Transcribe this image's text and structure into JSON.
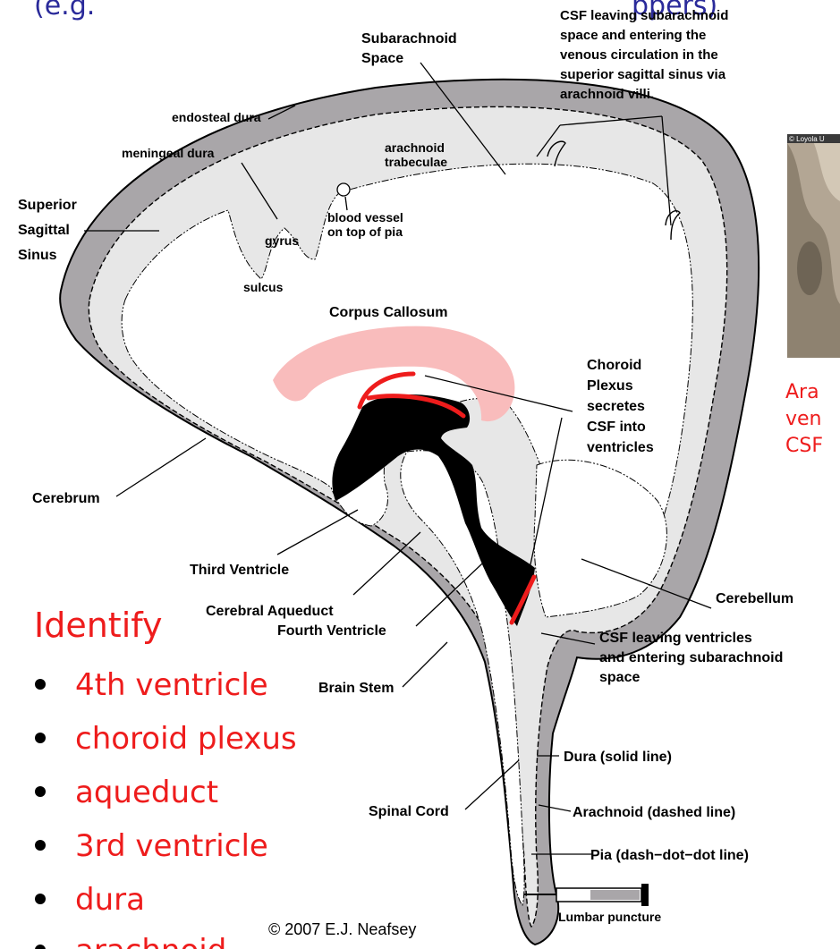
{
  "slide": {
    "title_fragment": "(e.g.",
    "title_fragment_right": "ppers)",
    "copyright": "© 2007 E.J. Neafsey",
    "photo_credit": "© Loyola U",
    "photo_caption": [
      "Ara",
      "ven",
      "CSF"
    ]
  },
  "diagram_labels": {
    "csf_leaving_subarachnoid": [
      "CSF leaving subarachnoid",
      "space and entering the",
      "venous circulation in the",
      "superior sagittal sinus via",
      "arachnoid villi."
    ],
    "subarachnoid_space": [
      "Subarachnoid",
      "Space"
    ],
    "endosteal_dura": "endosteal dura",
    "meningeal_dura": "meningeal dura",
    "arachnoid_trabeculae": [
      "arachnoid",
      "trabeculae"
    ],
    "superior_sagittal_sinus": [
      "Superior",
      "Sagittal",
      "Sinus"
    ],
    "blood_vessel": [
      "blood vessel",
      "on top of pia"
    ],
    "gyrus": "gyrus",
    "sulcus": "sulcus",
    "corpus_callosum": "Corpus Callosum",
    "choroid_plexus": [
      "Choroid",
      "Plexus",
      "secretes",
      "CSF into",
      "ventricles"
    ],
    "cerebrum": "Cerebrum",
    "third_ventricle": "Third Ventricle",
    "cerebral_aqueduct": "Cerebral Aqueduct",
    "cerebellum": "Cerebellum",
    "fourth_ventricle": "Fourth Ventricle",
    "csf_leaving_ventricles": [
      "CSF leaving ventricles",
      "and entering subarachnoid",
      "space"
    ],
    "brain_stem": "Brain Stem",
    "dura_solid": "Dura (solid line)",
    "arachnoid_dashed": "Arachnoid (dashed line)",
    "spinal_cord": "Spinal Cord",
    "pia": "Pia (dash−dot−dot line)",
    "lumbar_puncture": "Lumbar puncture"
  },
  "identify": {
    "heading": "Identify",
    "items": [
      "4th ventricle",
      "choroid plexus",
      "aqueduct",
      "3rd ventricle",
      "dura",
      "arachnoid"
    ]
  },
  "colors": {
    "dura": "#a9a6a9",
    "subarachnoid": "#e7e7e7",
    "ventricle": "#000000",
    "choroid": "#ee1c1c",
    "corpus_callosum": "#f9bcbc",
    "accent_red": "#ee1c1c",
    "title_blue": "#2a2a9a"
  }
}
